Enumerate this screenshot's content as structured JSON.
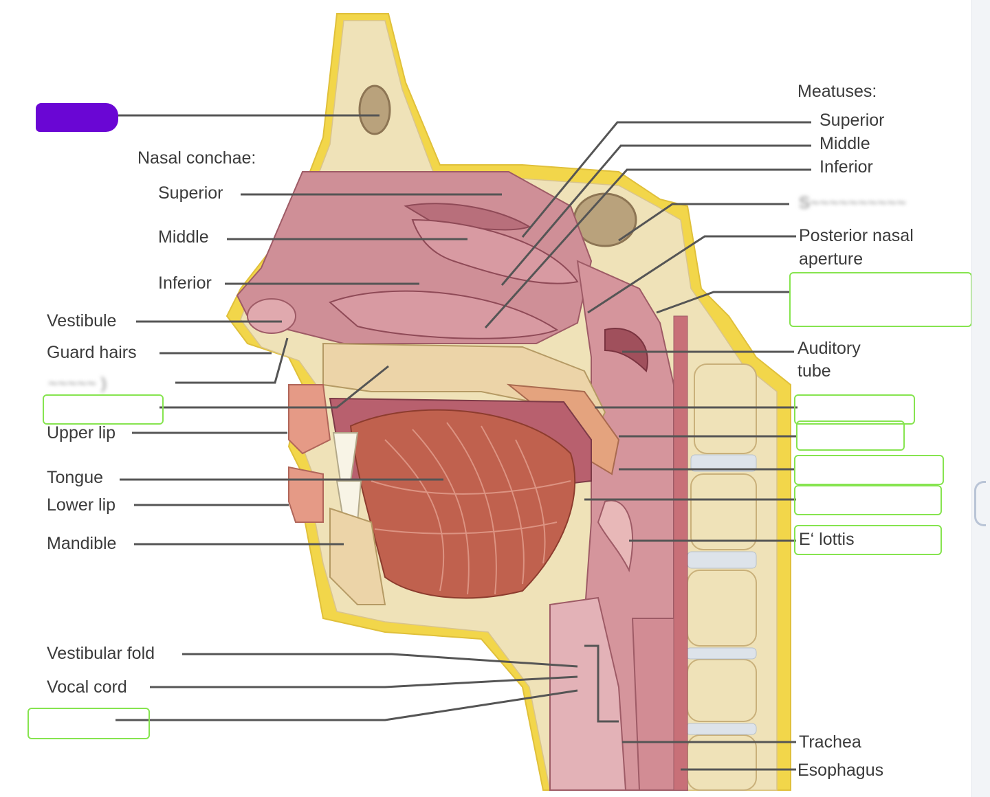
{
  "labels": {
    "nasal_conchae_header": "Nasal conchae:",
    "conchae_superior": "Superior",
    "conchae_middle": "Middle",
    "conchae_inferior": "Inferior",
    "vestibule": "Vestibule",
    "guard_hairs": "Guard hairs",
    "upper_lip": "Upper lip",
    "tongue": "Tongue",
    "lower_lip": "Lower lip",
    "mandible": "Mandible",
    "vestibular_fold": "Vestibular fold",
    "vocal_cord": "Vocal cord",
    "meatuses_header": "Meatuses:",
    "meatus_superior": "Superior",
    "meatus_middle": "Middle",
    "meatus_inferior": "Inferior",
    "posterior_nasal_line1": "Posterior nasal",
    "posterior_nasal_line2": "aperture",
    "auditory_line1": "Auditory",
    "auditory_line2": "tube",
    "epiglottis_partial": "E‘ lottis",
    "trachea": "Trachea",
    "esophagus": "Esophagus"
  },
  "colors": {
    "blank_outline": "#86e44f",
    "redaction": "#6a06d4",
    "leader_line": "#555555",
    "bone": "#efe2b8",
    "mucosa": "#c98791",
    "muscle": "#c0614e",
    "fat": "#f2d64a"
  }
}
